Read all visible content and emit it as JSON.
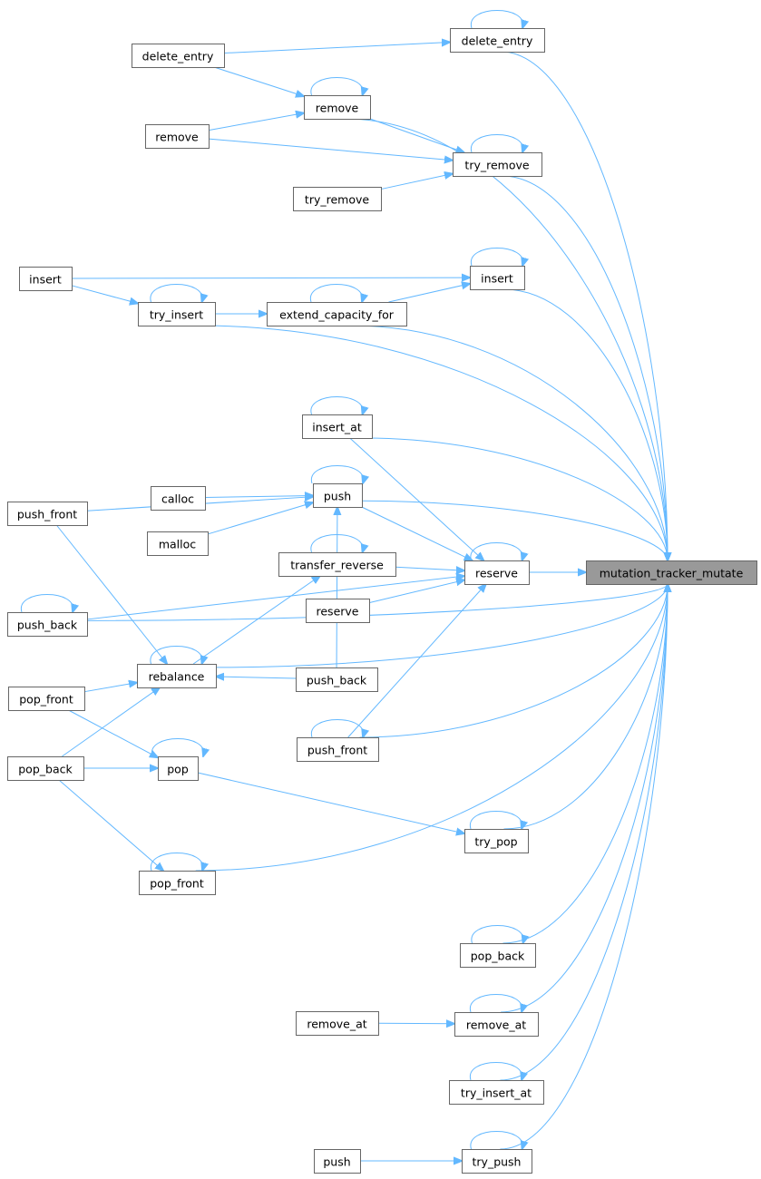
{
  "title": "mutation_tracker_mutate call graph",
  "edge_color": "#63b8ff",
  "root": "mutation_tracker_mutate",
  "nodes": {
    "root": "mutation_tracker_mutate",
    "delete_entry_1": "delete_entry",
    "delete_entry_2": "delete_entry",
    "remove_1": "remove",
    "remove_2": "remove",
    "try_remove_1": "try_remove",
    "try_remove_2": "try_remove",
    "insert_1": "insert",
    "insert_2": "insert",
    "try_insert": "try_insert",
    "extend_capacity_for": "extend_capacity_for",
    "insert_at": "insert_at",
    "push_front_1": "push_front",
    "calloc": "calloc",
    "malloc": "malloc",
    "push": "push",
    "transfer_reverse": "transfer_reverse",
    "reserve_1": "reserve",
    "reserve_2": "reserve",
    "push_back_1": "push_back",
    "push_back_2": "push_back",
    "rebalance": "rebalance",
    "pop_front_1": "pop_front",
    "pop_front_2": "pop_front",
    "push_front_2": "push_front",
    "pop_back_1": "pop_back",
    "pop": "pop",
    "try_pop": "try_pop",
    "pop_back_2": "pop_back",
    "remove_at_1": "remove_at",
    "remove_at_2": "remove_at",
    "try_insert_at": "try_insert_at",
    "push_2": "push",
    "try_push": "try_push"
  },
  "edges": [
    [
      "delete_entry_1",
      "delete_entry_2"
    ],
    [
      "delete_entry_1",
      "remove_1"
    ],
    [
      "remove_2",
      "remove_1"
    ],
    [
      "remove_2",
      "try_remove_1"
    ],
    [
      "remove_1",
      "try_remove_1"
    ],
    [
      "try_remove_2",
      "try_remove_1"
    ],
    [
      "insert_2",
      "insert_1"
    ],
    [
      "insert_2",
      "try_insert"
    ],
    [
      "try_insert",
      "extend_capacity_for"
    ],
    [
      "extend_capacity_for",
      "insert_1"
    ],
    [
      "push_front_1",
      "push"
    ],
    [
      "calloc",
      "push"
    ],
    [
      "malloc",
      "push"
    ],
    [
      "push_back_2",
      "push"
    ],
    [
      "insert_at",
      "reserve_1"
    ],
    [
      "push",
      "reserve_1"
    ],
    [
      "transfer_reverse",
      "reserve_1"
    ],
    [
      "reserve_2",
      "reserve_1"
    ],
    [
      "push_back_1",
      "reserve_1"
    ],
    [
      "push_front_2",
      "reserve_1"
    ],
    [
      "push_front_1",
      "rebalance"
    ],
    [
      "push_back_2",
      "rebalance"
    ],
    [
      "pop_front_1",
      "rebalance"
    ],
    [
      "pop_back_1",
      "rebalance"
    ],
    [
      "rebalance",
      "transfer_reverse"
    ],
    [
      "pop_front_1",
      "pop"
    ],
    [
      "pop_back_1",
      "pop"
    ],
    [
      "pop_back_1",
      "pop_front_2"
    ],
    [
      "pop",
      "try_pop"
    ],
    [
      "remove_at_1",
      "remove_at_2"
    ],
    [
      "push_2",
      "try_push"
    ],
    [
      "delete_entry_2",
      "root"
    ],
    [
      "remove_1",
      "root"
    ],
    [
      "try_remove_1",
      "root"
    ],
    [
      "insert_1",
      "root"
    ],
    [
      "extend_capacity_for",
      "root"
    ],
    [
      "try_insert",
      "root"
    ],
    [
      "insert_at",
      "root"
    ],
    [
      "push",
      "root"
    ],
    [
      "reserve_1",
      "root"
    ],
    [
      "push_back_1",
      "root"
    ],
    [
      "push_front_2",
      "root"
    ],
    [
      "rebalance",
      "root"
    ],
    [
      "try_pop",
      "root"
    ],
    [
      "pop_front_2",
      "root"
    ],
    [
      "pop_back_2",
      "root"
    ],
    [
      "remove_at_2",
      "root"
    ],
    [
      "try_insert_at",
      "root"
    ],
    [
      "try_push",
      "root"
    ]
  ],
  "self_loops": [
    "delete_entry_2",
    "remove_1",
    "try_remove_1",
    "insert_1",
    "try_insert",
    "extend_capacity_for",
    "insert_at",
    "push",
    "transfer_reverse",
    "reserve_1",
    "push_back_1",
    "rebalance",
    "push_front_2",
    "pop",
    "try_pop",
    "pop_front_2",
    "pop_back_2",
    "remove_at_2",
    "try_insert_at",
    "try_push"
  ]
}
